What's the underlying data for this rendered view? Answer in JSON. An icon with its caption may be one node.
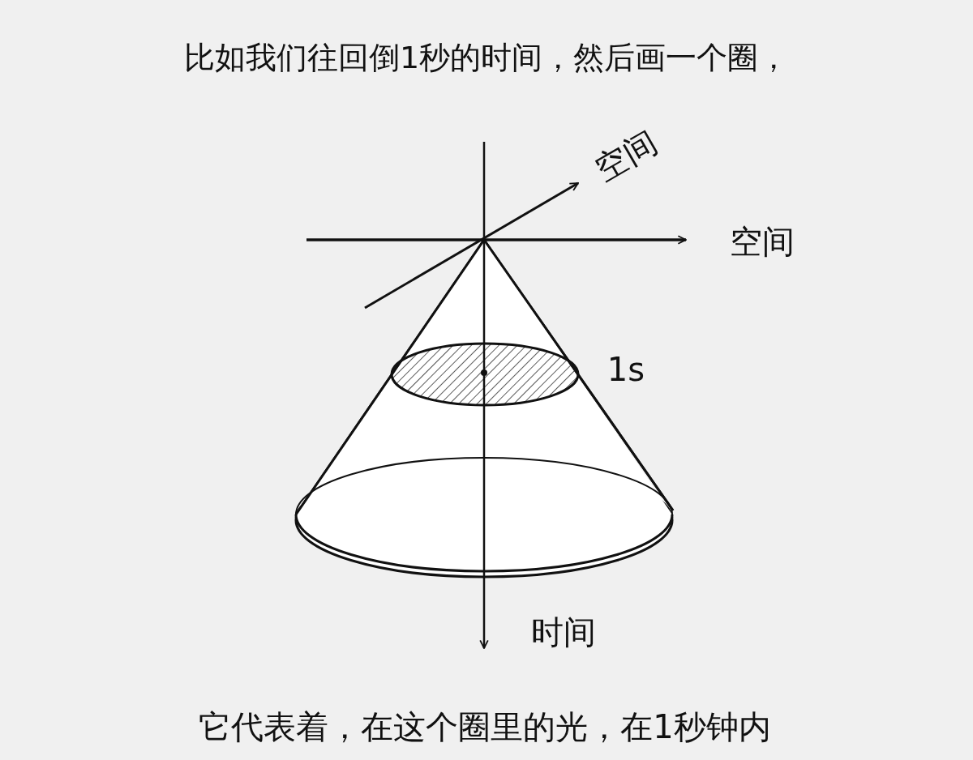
{
  "diagram": {
    "labels": [
      "比如我们往回倒1秒的时间，然后画一个圈，",
      "空间",
      "空间",
      "1s",
      "时间",
      "它代表着，在这个圈里的光，在1秒钟内"
    ]
  }
}
